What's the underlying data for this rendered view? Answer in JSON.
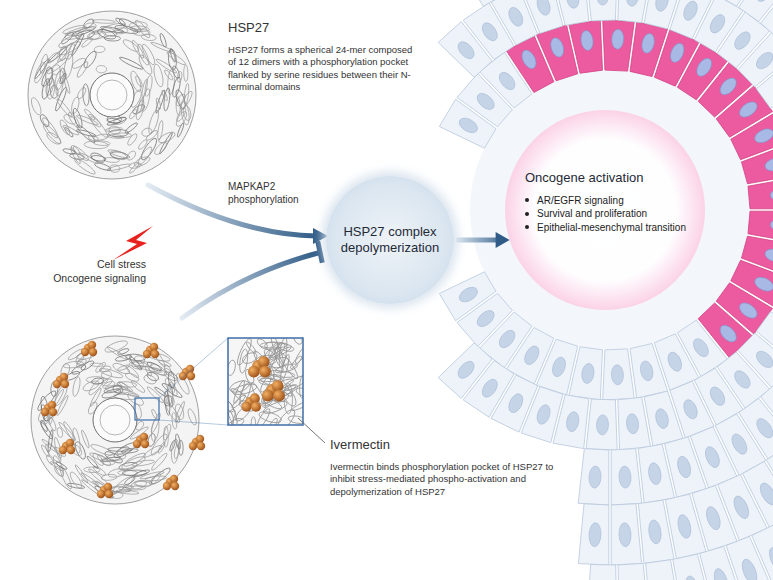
{
  "diagram": {
    "nodes": [
      {
        "text": [
          "HSP27 complex depolymerization"
        ]
      },
      {
        "text": [
          "Oncogene activation",
          "AR/EGFR signaling",
          "Survival and proliferation",
          "Epithelial-mesenchymal transition"
        ]
      }
    ],
    "edges": [
      {
        "from": 0,
        "to": 1,
        "arrow": "to"
      }
    ],
    "labels": [
      "HSP27",
      "HSP27 forms a spherical 24-mer composed of 12 dimers with a phosphorylation pocket flanked by serine residues between their N-terminal domains",
      "MAPKAP2 phosphorylation",
      "Cell stress Oncogene signaling",
      "Ivermectin",
      "Ivermectin binds phosphorylation pocket of HSP27 to inhibit stress-mediated phospho-activation and depolymerization of HSP27"
    ]
  }
}
